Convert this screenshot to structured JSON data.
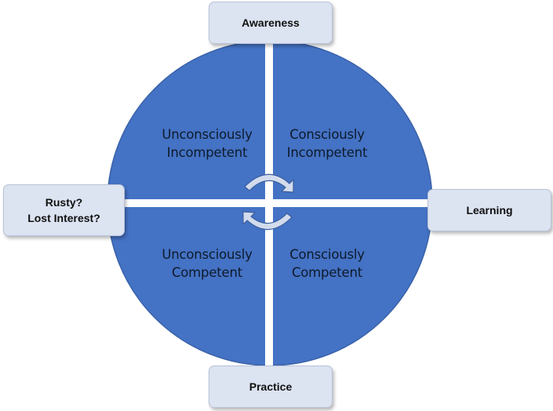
{
  "diagram": {
    "quadrants": {
      "top_left": {
        "line1": "Unconsciously",
        "line2": "Incompetent"
      },
      "top_right": {
        "line1": "Consciously",
        "line2": "Incompetent"
      },
      "bottom_left": {
        "line1": "Unconsciously",
        "line2": "Competent"
      },
      "bottom_right": {
        "line1": "Consciously",
        "line2": "Competent"
      }
    },
    "tags": {
      "top": "Awareness",
      "right": "Learning",
      "bottom": "Practice",
      "left_line1": "Rusty?",
      "left_line2": "Lost Interest?"
    },
    "cycle_icon": "circular-arrows-icon"
  },
  "colors": {
    "circle_fill": "#4472c4",
    "circle_stroke": "#3a62a8",
    "divider": "#ffffff",
    "tag_fill": "#dce3f1",
    "arrow_fill": "#d3dced",
    "arrow_stroke": "#3b5f9e"
  }
}
